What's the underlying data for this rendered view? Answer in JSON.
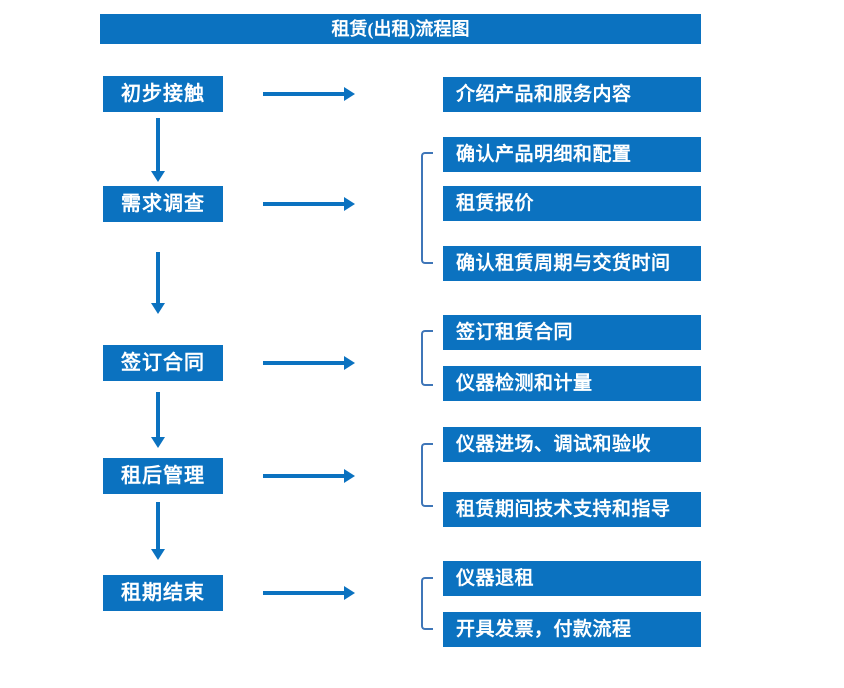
{
  "title": "租赁(出租)流程图",
  "colors": {
    "accent": "#0b72c0",
    "bracket": "#3f76b8",
    "text": "#ffffff"
  },
  "steps": [
    {
      "label": "初步接触",
      "outputs": [
        "介绍产品和服务内容"
      ]
    },
    {
      "label": "需求调查",
      "outputs": [
        "确认产品明细和配置",
        "租赁报价",
        "确认租赁周期与交货时间"
      ]
    },
    {
      "label": "签订合同",
      "outputs": [
        "签订租赁合同",
        "仪器检测和计量"
      ]
    },
    {
      "label": "租后管理",
      "outputs": [
        "仪器进场、调试和验收",
        "租赁期间技术支持和指导"
      ]
    },
    {
      "label": "租期结束",
      "outputs": [
        "仪器退租",
        "开具发票，付款流程"
      ]
    }
  ]
}
